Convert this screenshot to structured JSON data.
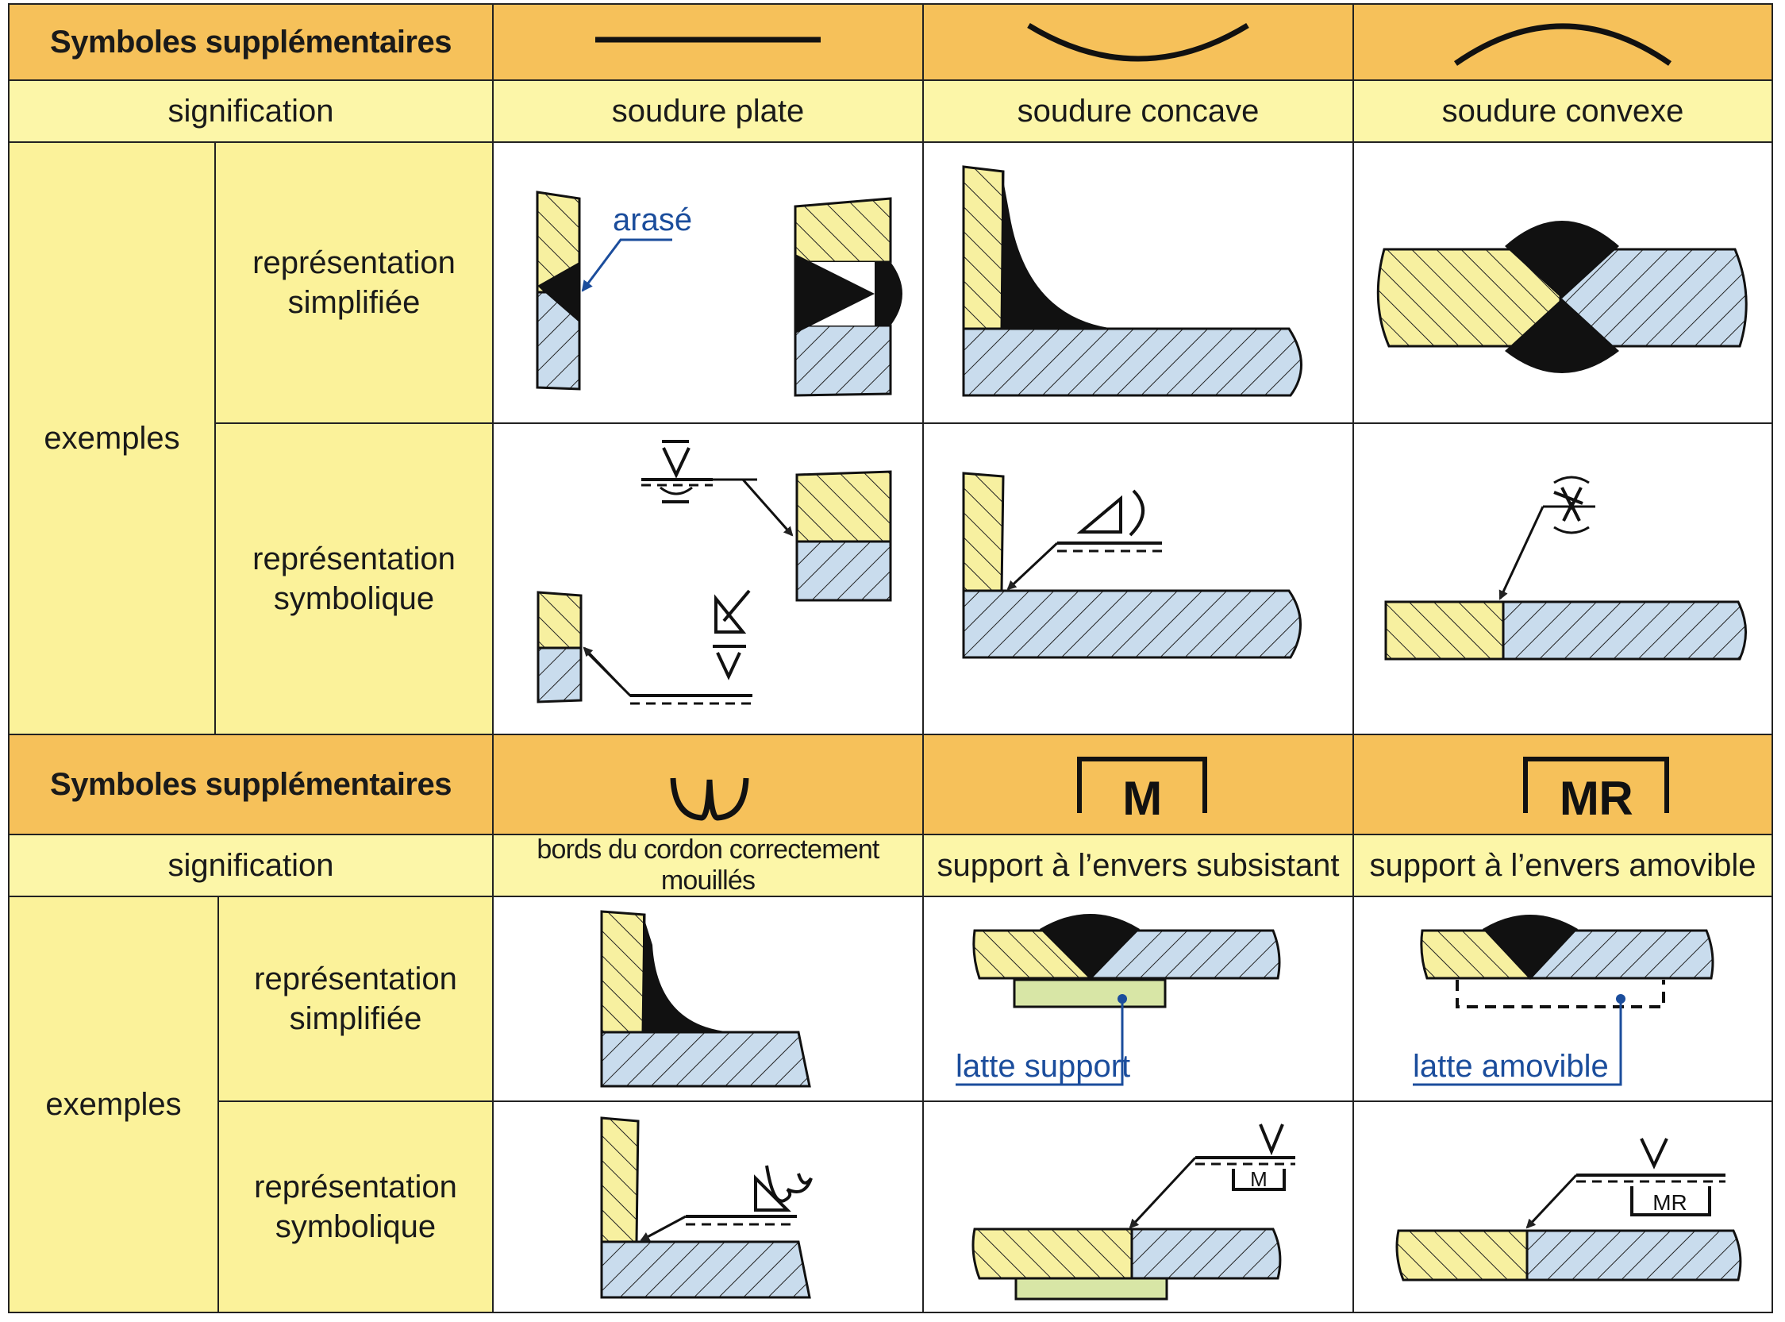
{
  "colors": {
    "header_bg": "#f6c15a",
    "label_bg": "#fbf29a",
    "part_a_fill": "#f7f0a0",
    "part_b_fill": "#c9dced",
    "backing_fill": "#d8e6a6",
    "annotation_blue": "#1b4d9c"
  },
  "section1": {
    "header": "Symboles supplémentaires",
    "signification_label": "signification",
    "examples_label": "exemples",
    "row_simplified": "représentation\nsimplifiée",
    "row_symbolic": "représentation\nsymbolique",
    "columns": [
      {
        "symbol": "flat-line-icon",
        "meaning": "soudure plate",
        "annotation": "arasé"
      },
      {
        "symbol": "concave-arc-icon",
        "meaning": "soudure concave"
      },
      {
        "symbol": "convex-arc-icon",
        "meaning": "soudure convexe"
      }
    ]
  },
  "section2": {
    "header": "Symboles supplémentaires",
    "signification_label": "signification",
    "examples_label": "exemples",
    "row_simplified": "représentation\nsimplifiée",
    "row_symbolic": "représentation\nsymbolique",
    "columns": [
      {
        "symbol": "smooth-toes-icon",
        "meaning": "bords du cordon correctement mouillés"
      },
      {
        "symbol": "M",
        "meaning": "support à l’envers subsistant",
        "annotation": "latte support",
        "box_label": "M"
      },
      {
        "symbol": "MR",
        "meaning": "support à l’envers amovible",
        "annotation": "latte amovible",
        "box_label": "MR"
      }
    ]
  }
}
